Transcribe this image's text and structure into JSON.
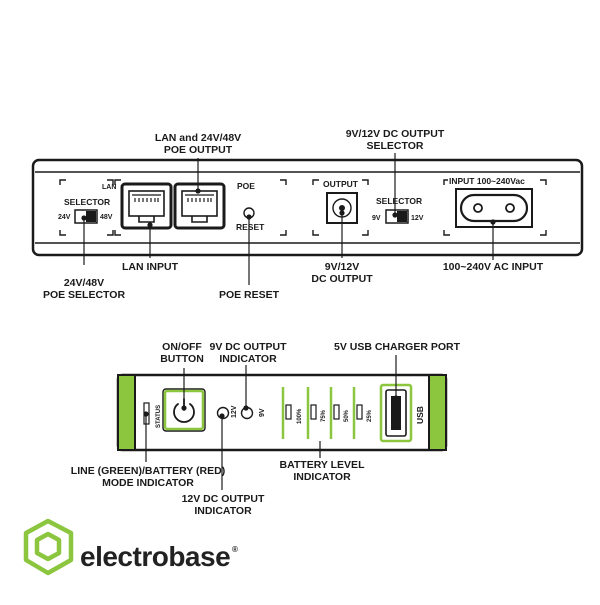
{
  "back_panel": {
    "labels": {
      "lan_poe_output": [
        "LAN and 24V/48V",
        "POE OUTPUT"
      ],
      "dc_output_selector": [
        "9V/12V DC OUTPUT",
        "SELECTOR"
      ],
      "lan_input": "LAN INPUT",
      "poe_selector_callout": [
        "24V/48V",
        "POE SELECTOR"
      ],
      "poe_reset_callout": "POE RESET",
      "dc_output_callout": [
        "9V/12V",
        "DC OUTPUT"
      ],
      "ac_input_callout": "100~240V AC INPUT"
    },
    "printed": {
      "selector": "SELECTOR",
      "v24": "24V",
      "v48": "48V",
      "lan": "LAN",
      "poe": "POE",
      "reset": "RESET",
      "output": "OUTPUT",
      "selector2": "SELECTOR",
      "v9": "9V",
      "v12": "12V",
      "input": "INPUT 100~240Vac"
    }
  },
  "front_panel": {
    "labels": {
      "onoff_button": [
        "ON/OFF",
        "BUTTON"
      ],
      "dc9v_indicator": [
        "9V DC OUTPUT",
        "INDICATOR"
      ],
      "usb_port": "5V USB CHARGER PORT",
      "mode_indicator": [
        "LINE (GREEN)/BATTERY (RED)",
        "MODE INDICATOR"
      ],
      "battery_level": [
        "BATTERY LEVEL",
        "INDICATOR"
      ],
      "dc12v_indicator": [
        "12V DC OUTPUT",
        "INDICATOR"
      ]
    },
    "printed": {
      "status": "STATUS",
      "v12": "12V",
      "v9": "9V",
      "lvl100": "100%",
      "lvl75": "75%",
      "lvl50": "50%",
      "lvl25": "25%",
      "usb": "USB"
    }
  },
  "logo": {
    "text": "electrobase",
    "mark": "®"
  },
  "colors": {
    "accent_green": "#8cc63f",
    "outline": "#1a1a1a",
    "panel_bg": "#ffffff"
  }
}
